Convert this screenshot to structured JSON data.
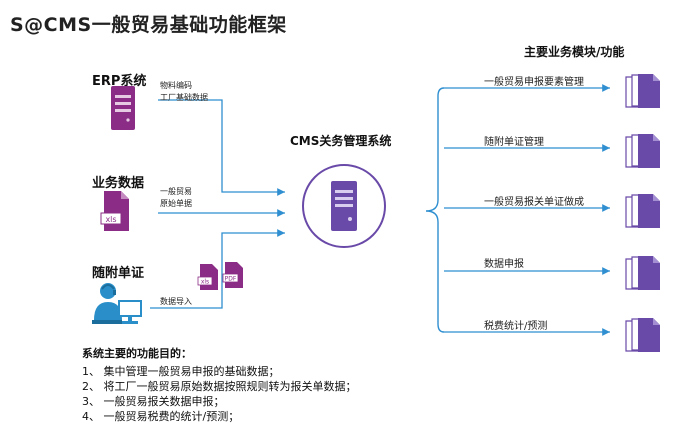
{
  "title": "S@CMS一般贸易基础功能框架",
  "sources": [
    {
      "label": "ERP系统",
      "note": [
        "物料编码",
        "工厂基础数据"
      ]
    },
    {
      "label": "业务数据",
      "note": [
        "一般贸易",
        "原始单据"
      ],
      "file_badge": "xls"
    },
    {
      "label": "随附单证",
      "note": [
        "数据导入"
      ],
      "file_badges": [
        "xls",
        "PDF"
      ]
    }
  ],
  "center": {
    "label": "CMS关务管理系统"
  },
  "modules_title": "主要业务模块/功能",
  "modules": [
    "一般贸易申报要素管理",
    "随附单证管理",
    "一般贸易报关单证做成",
    "数据申报",
    "税费统计/预测"
  ],
  "purposes": {
    "heading": "系统主要的功能目的：",
    "items": [
      "1、 集中管理一般贸易申报的基础数据；",
      "2、 将工厂一般贸易原始数据按照规则转为报关单数据；",
      "3、 一般贸易报关数据申报；",
      "4、 一般贸易税费的统计/预测；"
    ]
  },
  "colors": {
    "arrow": "#2f8fd0",
    "server": "#8b2d86",
    "center_server": "#6a4aa8",
    "doc": "#6a4aa8",
    "person": "#2a8fc9"
  }
}
